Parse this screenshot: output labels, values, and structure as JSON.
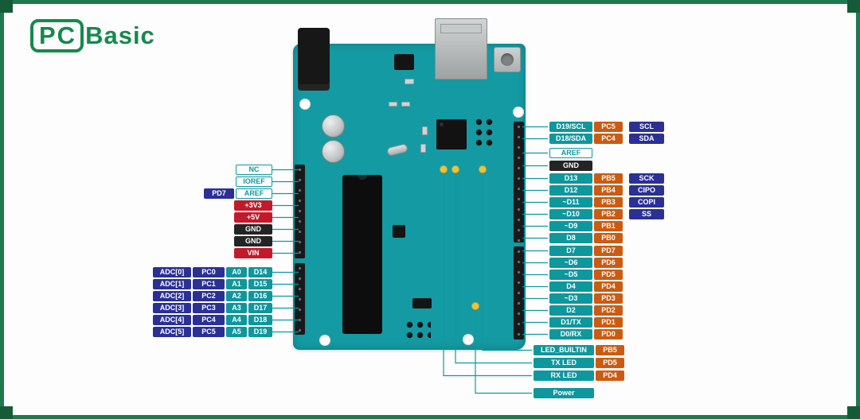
{
  "colors": {
    "teal": "#0E979D",
    "orange": "#CC5B12",
    "blue": "#2A3095",
    "red": "#C21A2B",
    "black": "#242424",
    "board": "#149AA2",
    "frame": "#1E7A4E",
    "logo": "#15894E",
    "line": "#0E9AA0",
    "dot": "#E8C53A"
  },
  "logo": {
    "boxed": "PC",
    "rest": "Basic"
  },
  "groups": {
    "left_ref": [
      [
        {
          "t": "NC",
          "c": "outline"
        }
      ],
      [
        {
          "t": "IOREF",
          "c": "outline"
        }
      ],
      [
        {
          "t": "PD7",
          "c": "blue"
        },
        {
          "t": "AREF",
          "c": "outline"
        }
      ]
    ],
    "left_power": [
      [
        {
          "t": "+3V3",
          "c": "red"
        }
      ],
      [
        {
          "t": "+5V",
          "c": "red"
        }
      ],
      [
        {
          "t": "GND",
          "c": "black"
        }
      ],
      [
        {
          "t": "GND",
          "c": "black"
        }
      ],
      [
        {
          "t": "VIN",
          "c": "red"
        }
      ]
    ],
    "left_analog": [
      [
        {
          "t": "ADC[0]",
          "c": "blue"
        },
        {
          "t": "PC0",
          "c": "blue"
        },
        {
          "t": "A0",
          "c": "teal"
        },
        {
          "t": "D14",
          "c": "teal"
        }
      ],
      [
        {
          "t": "ADC[1]",
          "c": "blue"
        },
        {
          "t": "PC1",
          "c": "blue"
        },
        {
          "t": "A1",
          "c": "teal"
        },
        {
          "t": "D15",
          "c": "teal"
        }
      ],
      [
        {
          "t": "ADC[2]",
          "c": "blue"
        },
        {
          "t": "PC2",
          "c": "blue"
        },
        {
          "t": "A2",
          "c": "teal"
        },
        {
          "t": "D16",
          "c": "teal"
        }
      ],
      [
        {
          "t": "ADC[3]",
          "c": "blue"
        },
        {
          "t": "PC3",
          "c": "blue"
        },
        {
          "t": "A3",
          "c": "teal"
        },
        {
          "t": "D17",
          "c": "teal"
        }
      ],
      [
        {
          "t": "ADC[4]",
          "c": "blue"
        },
        {
          "t": "PC4",
          "c": "blue"
        },
        {
          "t": "A4",
          "c": "teal"
        },
        {
          "t": "D18",
          "c": "teal"
        }
      ],
      [
        {
          "t": "ADC[5]",
          "c": "blue"
        },
        {
          "t": "PC5",
          "c": "blue"
        },
        {
          "t": "A5",
          "c": "teal"
        },
        {
          "t": "D19",
          "c": "teal"
        }
      ]
    ],
    "right_i2c": [
      [
        {
          "t": "D19/SCL",
          "c": "teal"
        },
        {
          "t": "PC5",
          "c": "orange"
        },
        {
          "t": "SCL",
          "c": "blue"
        }
      ],
      [
        {
          "t": "D18/SDA",
          "c": "teal"
        },
        {
          "t": "PC4",
          "c": "orange"
        },
        {
          "t": "SDA",
          "c": "blue"
        }
      ]
    ],
    "right_aref": [
      [
        {
          "t": "AREF",
          "c": "outline"
        }
      ]
    ],
    "right_gnd": [
      [
        {
          "t": "GND",
          "c": "black"
        }
      ]
    ],
    "right_d1": [
      [
        {
          "t": "D13",
          "c": "teal"
        },
        {
          "t": "PB5",
          "c": "orange"
        },
        {
          "t": "SCK",
          "c": "blue"
        }
      ],
      [
        {
          "t": "D12",
          "c": "teal"
        },
        {
          "t": "PB4",
          "c": "orange"
        },
        {
          "t": "CIPO",
          "c": "blue"
        }
      ],
      [
        {
          "t": "~D11",
          "c": "teal"
        },
        {
          "t": "PB3",
          "c": "orange"
        },
        {
          "t": "COPI",
          "c": "blue"
        }
      ],
      [
        {
          "t": "~D10",
          "c": "teal"
        },
        {
          "t": "PB2",
          "c": "orange"
        },
        {
          "t": "SS",
          "c": "blue"
        }
      ],
      [
        {
          "t": "~D9",
          "c": "teal"
        },
        {
          "t": "PB1",
          "c": "orange"
        }
      ],
      [
        {
          "t": "D8",
          "c": "teal"
        },
        {
          "t": "PB0",
          "c": "orange"
        }
      ]
    ],
    "right_d2": [
      [
        {
          "t": "D7",
          "c": "teal"
        },
        {
          "t": "PD7",
          "c": "orange"
        }
      ],
      [
        {
          "t": "~D6",
          "c": "teal"
        },
        {
          "t": "PD6",
          "c": "orange"
        }
      ],
      [
        {
          "t": "~D5",
          "c": "teal"
        },
        {
          "t": "PD5",
          "c": "orange"
        }
      ],
      [
        {
          "t": "D4",
          "c": "teal"
        },
        {
          "t": "PD4",
          "c": "orange"
        }
      ],
      [
        {
          "t": "~D3",
          "c": "teal"
        },
        {
          "t": "PD3",
          "c": "orange"
        }
      ],
      [
        {
          "t": "D2",
          "c": "teal"
        },
        {
          "t": "PD2",
          "c": "orange"
        }
      ],
      [
        {
          "t": "D1/TX",
          "c": "teal"
        },
        {
          "t": "PD1",
          "c": "orange"
        }
      ],
      [
        {
          "t": "D0/RX",
          "c": "teal"
        },
        {
          "t": "PD0",
          "c": "orange"
        }
      ]
    ],
    "right_bottom": [
      [
        {
          "t": "LED_BUILTIN",
          "c": "teal"
        },
        {
          "t": "PB5",
          "c": "orange"
        }
      ],
      [
        {
          "t": "TX LED",
          "c": "teal"
        },
        {
          "t": "PD5",
          "c": "orange"
        }
      ],
      [
        {
          "t": "RX LED",
          "c": "teal"
        },
        {
          "t": "PD4",
          "c": "orange"
        }
      ]
    ],
    "right_power": [
      [
        {
          "t": "Power",
          "c": "teal"
        }
      ]
    ]
  }
}
